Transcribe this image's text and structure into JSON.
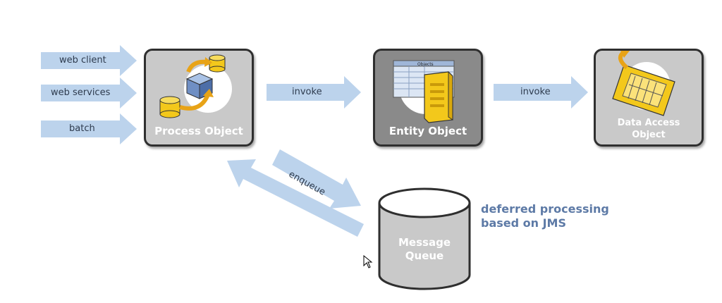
{
  "inputs": [
    {
      "label": "web client"
    },
    {
      "label": "web services"
    },
    {
      "label": "batch"
    }
  ],
  "process_object": {
    "label": "Process Object"
  },
  "entity_object": {
    "label": "Entity Object",
    "tab_label": "Objects"
  },
  "data_access_object": {
    "label_line1": "Data Access",
    "label_line2": "Object"
  },
  "arrows": {
    "invoke_1": "invoke",
    "invoke_2": "invoke",
    "enqueue": "enqueue"
  },
  "message_queue": {
    "label_line1": "Message",
    "label_line2": "Queue"
  },
  "note": {
    "line1": "deferred processing",
    "line2": "based on JMS"
  },
  "colors": {
    "arrow": "#bcd3ec",
    "box_light": "#c9c9c9",
    "box_dark": "#8a8a8a",
    "note": "#5d7aa6",
    "icon_yellow": "#f3c81b"
  }
}
